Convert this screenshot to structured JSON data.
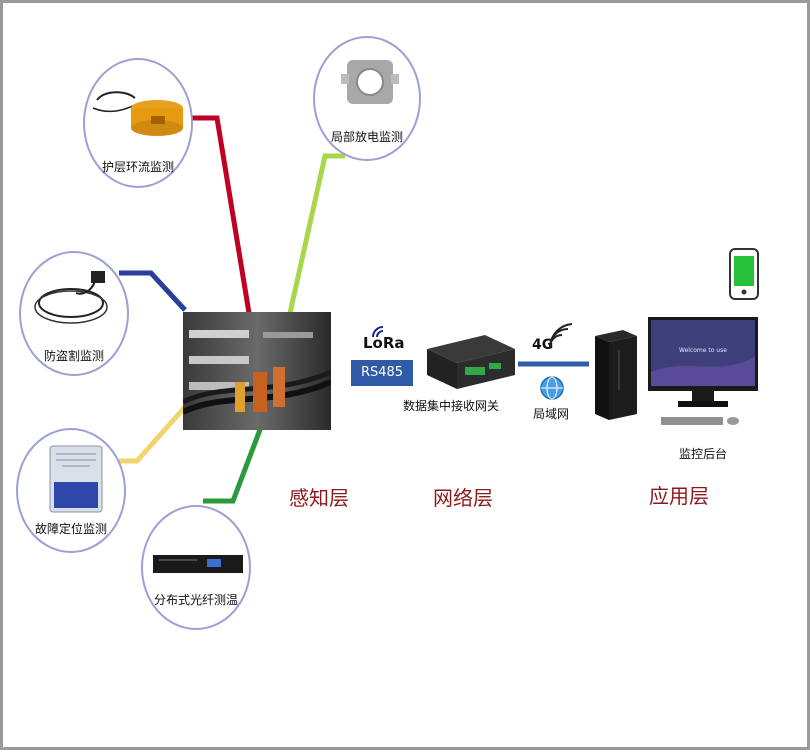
{
  "sensors": {
    "sheath_current": "护层环流监测",
    "partial_discharge": "局部放电监测",
    "anti_theft": "防盗割监测",
    "fault_location": "故障定位监测",
    "fiber_temp": "分布式光纤测温"
  },
  "network": {
    "lora": "LoRa",
    "rs485": "RS485",
    "gateway": "数据集中接收网关",
    "cellular": "4G",
    "lan": "局域网"
  },
  "app": {
    "backend": "监控后台",
    "monitor_screen_text": "Welcome to use"
  },
  "layers": {
    "perception": "感知层",
    "network": "网络层",
    "application": "应用层"
  },
  "colors": {
    "sheath_line": "#c00020",
    "pd_line": "#a8d84a",
    "antitheft_line": "#2a3e9c",
    "fault_line": "#f2d46a",
    "fiber_line": "#2a9a3a",
    "link_line": "#2f5da8",
    "circle_border": "#9d9fd6",
    "layer_text": "#8b1a1a",
    "phone_screen": "#27c03a"
  }
}
